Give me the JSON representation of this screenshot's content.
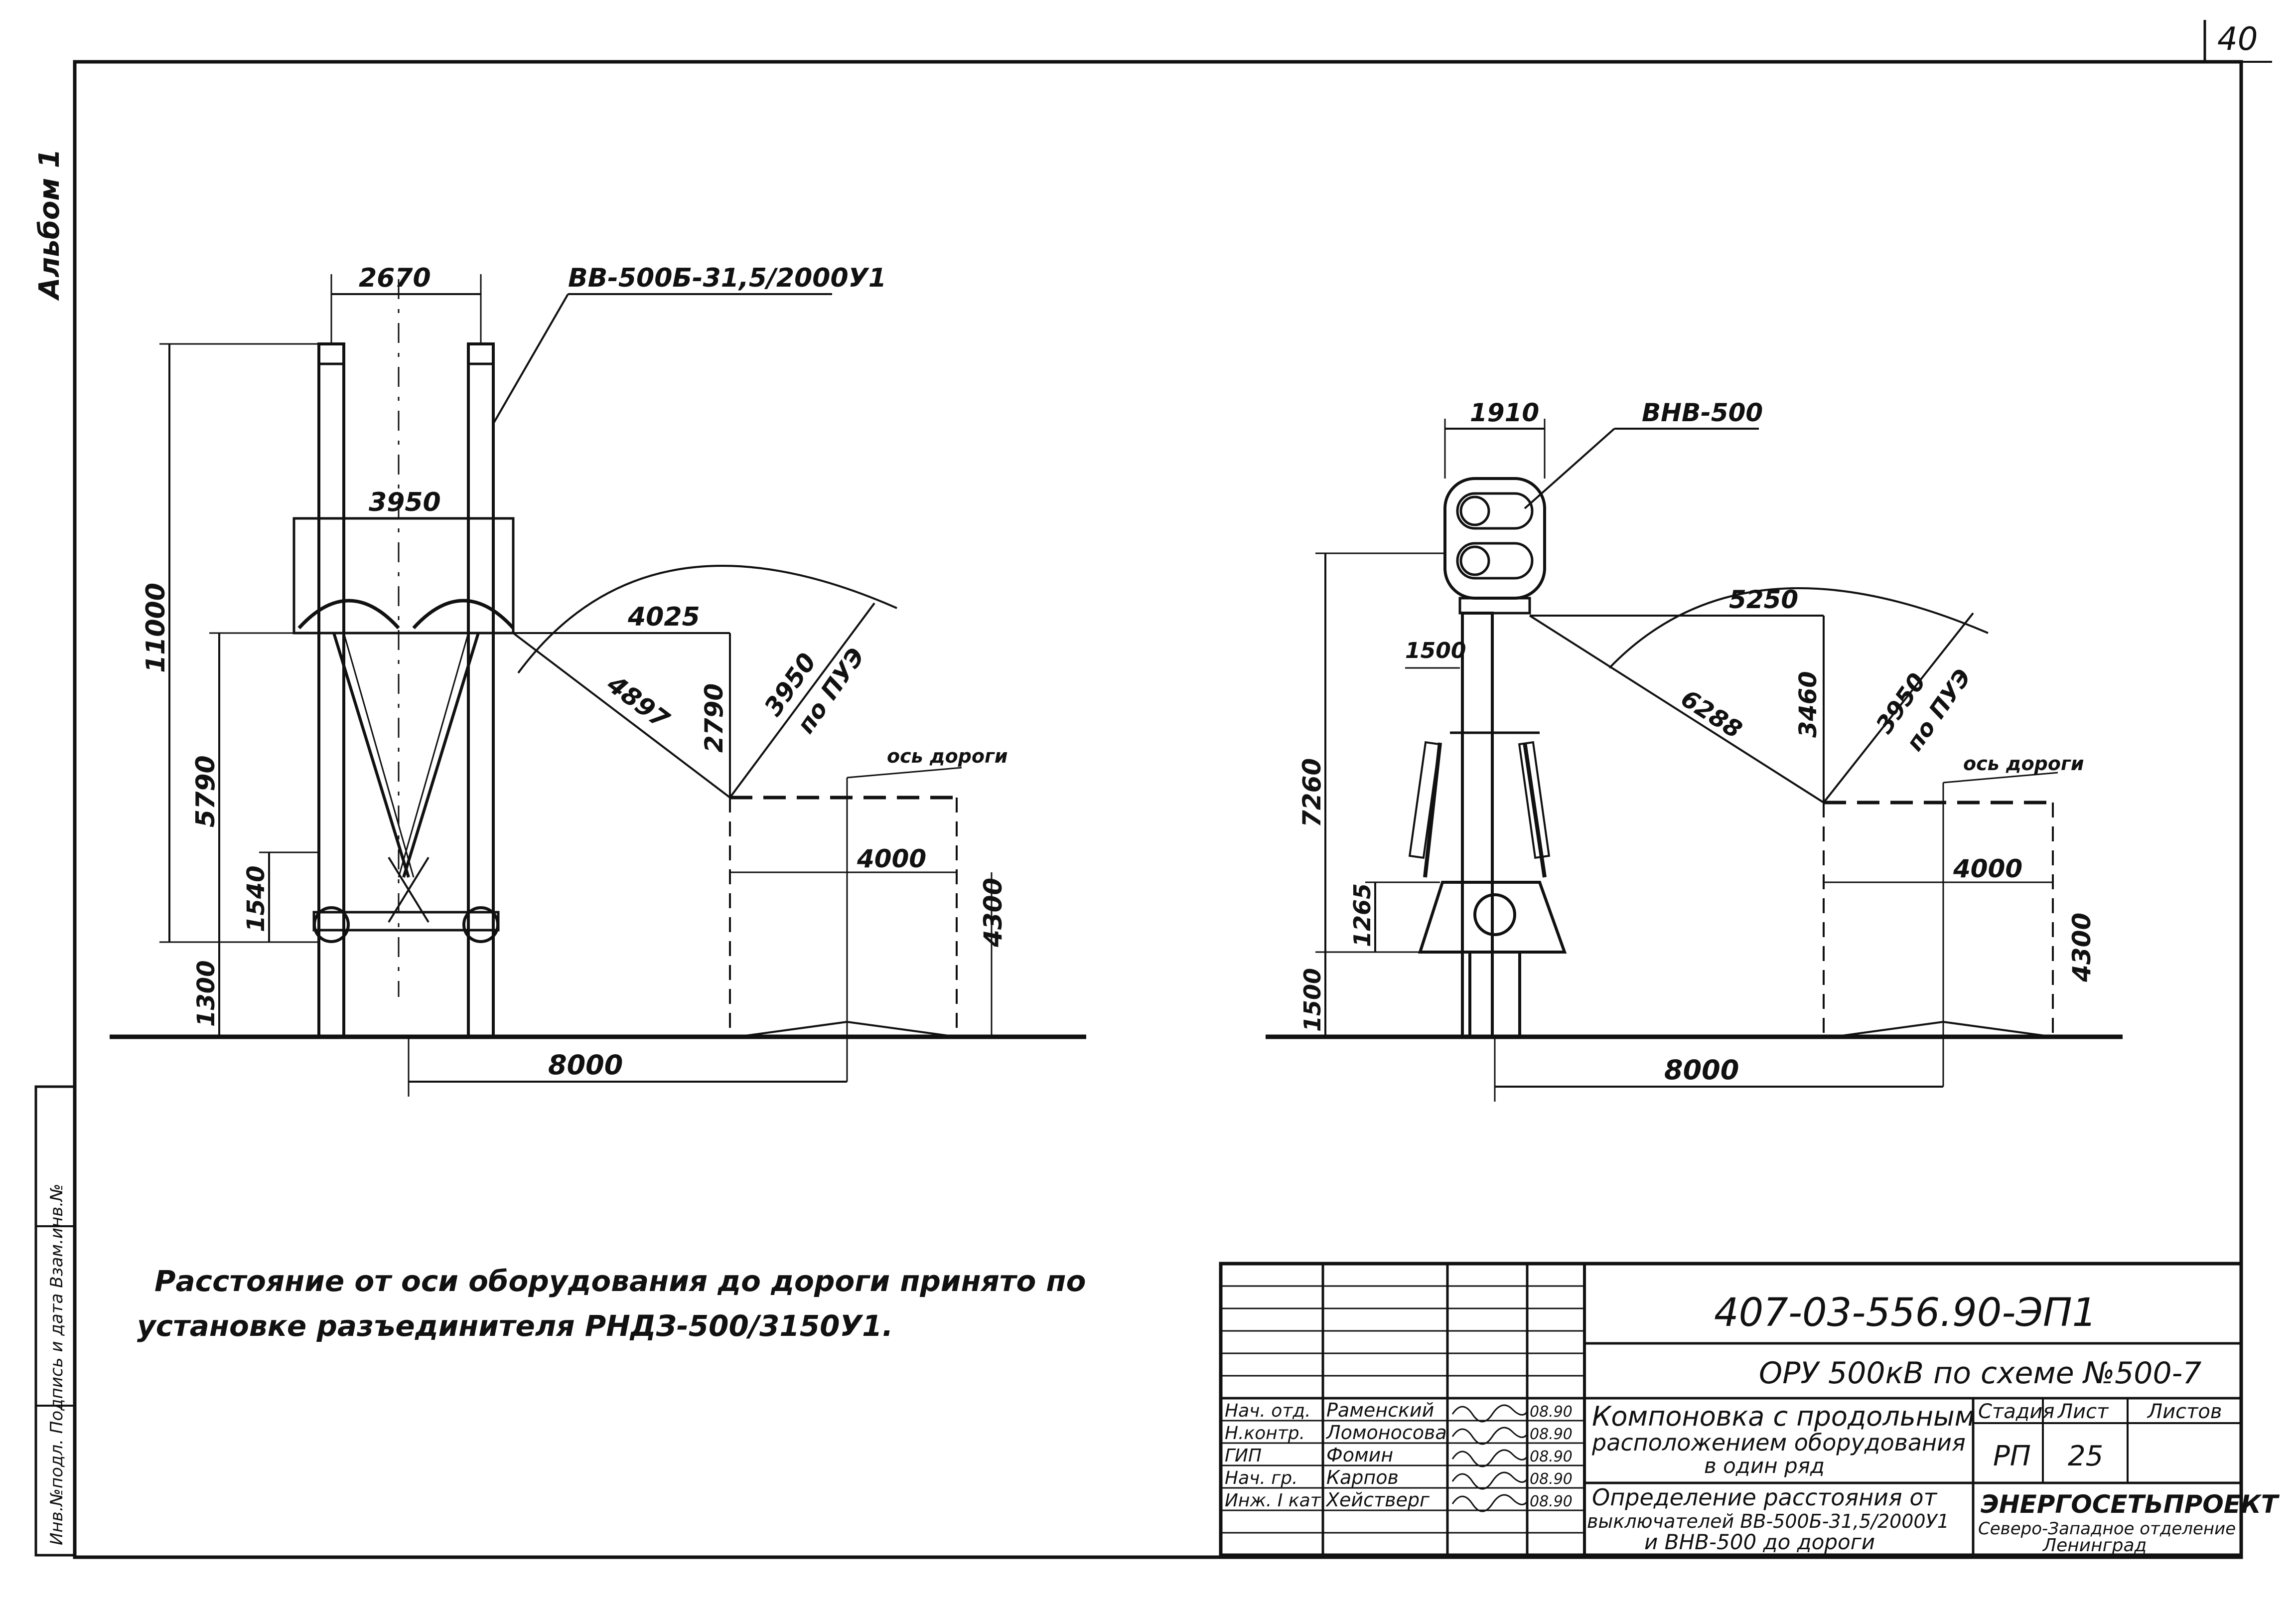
{
  "sheet": {
    "page_number": "40",
    "album_label": "Альбом 1",
    "inv_label": "Инв.№подл. Подпись и дата Взам.инв.№"
  },
  "left_drawing": {
    "equipment_label": "ВВ-500Б-31,5/2000У1",
    "dims": {
      "top_width": "2670",
      "mid_width": "3950",
      "height_total": "11000",
      "height_upper": "5790",
      "height_mid": "1540",
      "height_base": "1300",
      "horizontal": "4025",
      "diagonal": "4897",
      "vertical": "2790",
      "radius": "3950",
      "radius_note": "по ПУЭ",
      "road_width": "4000",
      "road_height": "4300",
      "distance_to_road": "8000"
    },
    "road_axis_label": "ось дороги"
  },
  "right_drawing": {
    "equipment_label": "ВНВ-500",
    "dims": {
      "top_width": "1910",
      "height_total": "7260",
      "height_upper": "1500",
      "height_mid": "1265",
      "height_base": "1500",
      "horizontal": "5250",
      "diagonal": "6288",
      "vertical": "3460",
      "radius": "3950",
      "radius_note": "по ПУЭ",
      "road_width": "4000",
      "road_height": "4300",
      "distance_to_road": "8000"
    },
    "road_axis_label": "ось дороги"
  },
  "note": {
    "line1": "Расстояние от оси оборудования до дороги принято по",
    "line2": "установке разъединителя РНДЗ-500/3150У1."
  },
  "title_block": {
    "doc_code": "407-03-556.90-ЭП1",
    "object": "ОРУ 500кВ по схеме №500-7",
    "drawing_title": [
      "Компоновка с продольным",
      "расположением оборудования",
      "в один ряд"
    ],
    "sheet_title": [
      "Определение расстояния от",
      "выключателей ВВ-500Б-31,5/2000У1",
      "и ВНВ-500 до дороги"
    ],
    "stage_header": "Стадия",
    "sheet_header": "Лист",
    "sheets_header": "Листов",
    "stage": "РП",
    "sheet_no": "25",
    "org_name": "ЭНЕРГОСЕТЬПРОЕКТ",
    "org_branch": "Северо-Западное отделение",
    "org_city": "Ленинград",
    "signatures": [
      {
        "role": "Нач. отд.",
        "name": "Раменский",
        "date": "08.90"
      },
      {
        "role": "Н.контр.",
        "name": "Ломоносова",
        "date": "08.90"
      },
      {
        "role": "ГИП",
        "name": "Фомин",
        "date": "08.90"
      },
      {
        "role": "Нач. гр.",
        "name": "Карпов",
        "date": "08.90"
      },
      {
        "role": "Инж. I кат.",
        "name": "Хействерг",
        "date": "08.90"
      }
    ]
  }
}
